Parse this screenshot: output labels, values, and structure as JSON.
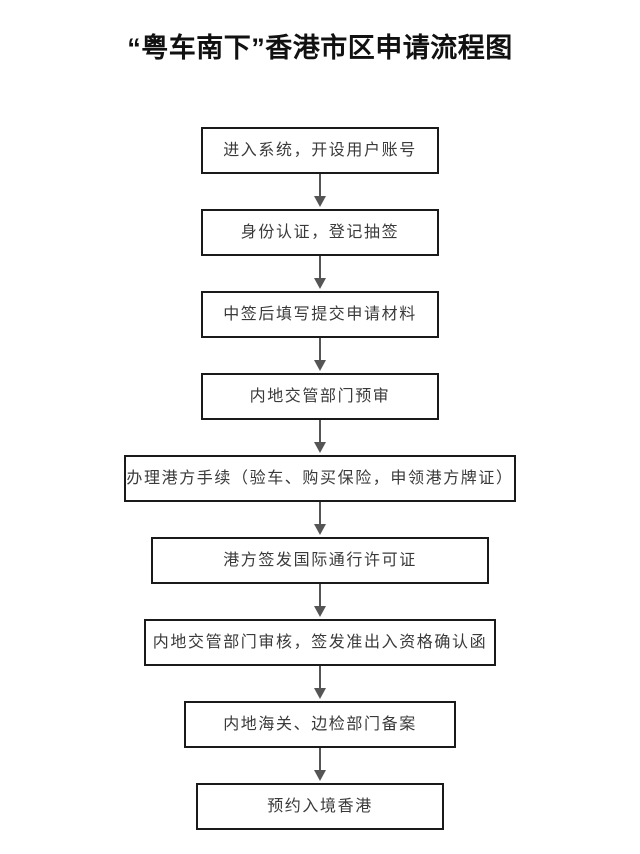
{
  "document": {
    "title": "“粤车南下”香港市区申请流程图"
  },
  "flowchart": {
    "type": "flowchart",
    "orientation": "top-to-bottom",
    "connector": "arrow-down",
    "style": {
      "node_border_color": "#1a1a1a",
      "node_fill_color": "#ffffff",
      "node_text_color": "#3a3a3a",
      "arrow_color": "#555555",
      "title_color": "#111111",
      "background_color": "#ffffff"
    },
    "nodes": [
      {
        "id": "n1",
        "step": 1,
        "label": "进入系统，开设用户账号"
      },
      {
        "id": "n2",
        "step": 2,
        "label": "身份认证，登记抽签"
      },
      {
        "id": "n3",
        "step": 3,
        "label": "中签后填写提交申请材料"
      },
      {
        "id": "n4",
        "step": 4,
        "label": "内地交管部门预审"
      },
      {
        "id": "n5",
        "step": 5,
        "label": "办理港方手续（验车、购买保险，申领港方牌证）"
      },
      {
        "id": "n6",
        "step": 6,
        "label": "港方签发国际通行许可证"
      },
      {
        "id": "n7",
        "step": 7,
        "label": "内地交管部门审核，签发准出入资格确认函"
      },
      {
        "id": "n8",
        "step": 8,
        "label": "内地海关、边检部门备案"
      },
      {
        "id": "n9",
        "step": 9,
        "label": "预约入境香港"
      }
    ],
    "edges": [
      {
        "from": "n1",
        "to": "n2"
      },
      {
        "from": "n2",
        "to": "n3"
      },
      {
        "from": "n3",
        "to": "n4"
      },
      {
        "from": "n4",
        "to": "n5"
      },
      {
        "from": "n5",
        "to": "n6"
      },
      {
        "from": "n6",
        "to": "n7"
      },
      {
        "from": "n7",
        "to": "n8"
      },
      {
        "from": "n8",
        "to": "n9"
      }
    ]
  }
}
